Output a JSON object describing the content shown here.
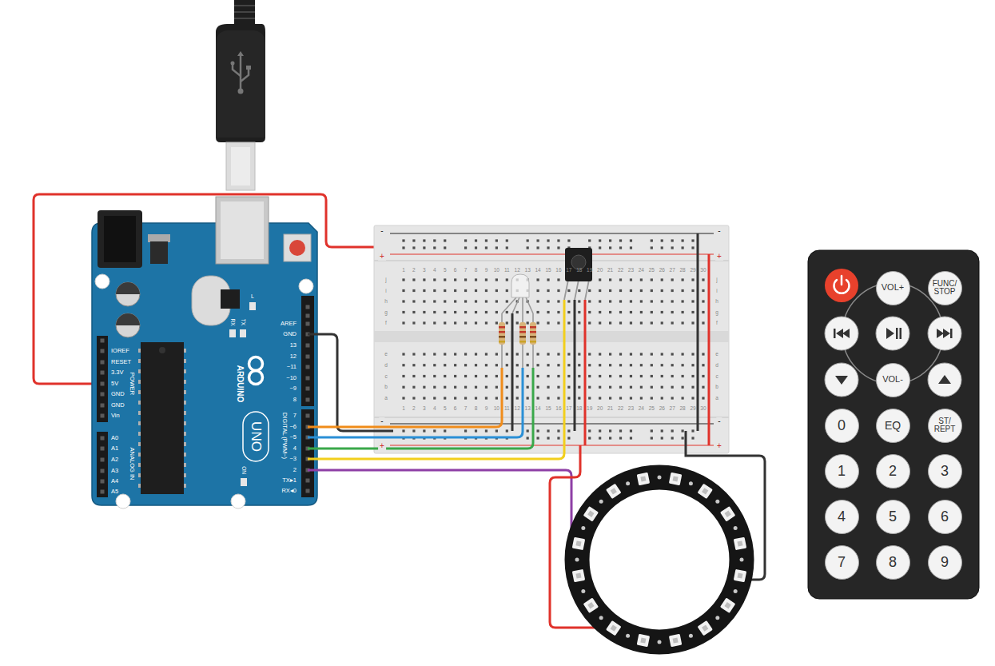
{
  "diagram": {
    "nodes": [
      {
        "text": [
          "VOL+"
        ]
      },
      {
        "text": [
          "FUNC/ STOP"
        ]
      },
      {
        "text": [
          "VOL-"
        ]
      },
      {
        "text": [
          "0"
        ]
      },
      {
        "text": [
          "EQ"
        ]
      },
      {
        "text": [
          "ST/ REPT"
        ]
      },
      {
        "text": [
          "1"
        ]
      },
      {
        "text": [
          "2"
        ]
      },
      {
        "text": [
          "3"
        ]
      },
      {
        "text": [
          "4"
        ]
      },
      {
        "text": [
          "5"
        ]
      },
      {
        "text": [
          "6"
        ]
      },
      {
        "text": [
          "7"
        ]
      },
      {
        "text": [
          "8"
        ]
      },
      {
        "text": [
          "9"
        ]
      }
    ],
    "labels": [
      "AREF",
      "GND",
      "13",
      "12",
      "~11",
      "~10",
      "~9",
      "8",
      "7",
      "~6",
      "~5",
      "4",
      "~3",
      "2",
      "TX▸1",
      "RX◂0",
      "IOREF",
      "RESET",
      "3.3V",
      "5V",
      "GND",
      "GND",
      "Vin",
      "A0",
      "A1",
      "A2",
      "A3",
      "A4",
      "A5",
      "POWER",
      "ANALOG IN",
      "DIGITAL (PWM~)",
      "ARDUINO",
      "UNO",
      "L",
      "TX",
      "RX",
      "ON",
      "1",
      "2",
      "3",
      "4",
      "5",
      "6",
      "7",
      "8",
      "9",
      "10",
      "11",
      "12",
      "13",
      "14",
      "15",
      "16",
      "17",
      "18",
      "19",
      "20",
      "21",
      "22",
      "23",
      "24",
      "25",
      "26",
      "27",
      "28",
      "29",
      "30",
      "1",
      "2",
      "3",
      "4",
      "5",
      "6",
      "7",
      "8",
      "9",
      "10",
      "11",
      "12",
      "13",
      "14",
      "15",
      "16",
      "17",
      "18",
      "19",
      "20",
      "21",
      "22",
      "23",
      "24",
      "25",
      "26",
      "27",
      "28",
      "29",
      "30",
      "j",
      "i",
      "h",
      "g",
      "f",
      "e",
      "d",
      "c",
      "b",
      "a",
      "j",
      "i",
      "h",
      "g",
      "f",
      "e",
      "d",
      "c",
      "b",
      "a",
      "-",
      "+",
      "-",
      "+",
      "-",
      "+",
      "-",
      "+"
    ]
  }
}
